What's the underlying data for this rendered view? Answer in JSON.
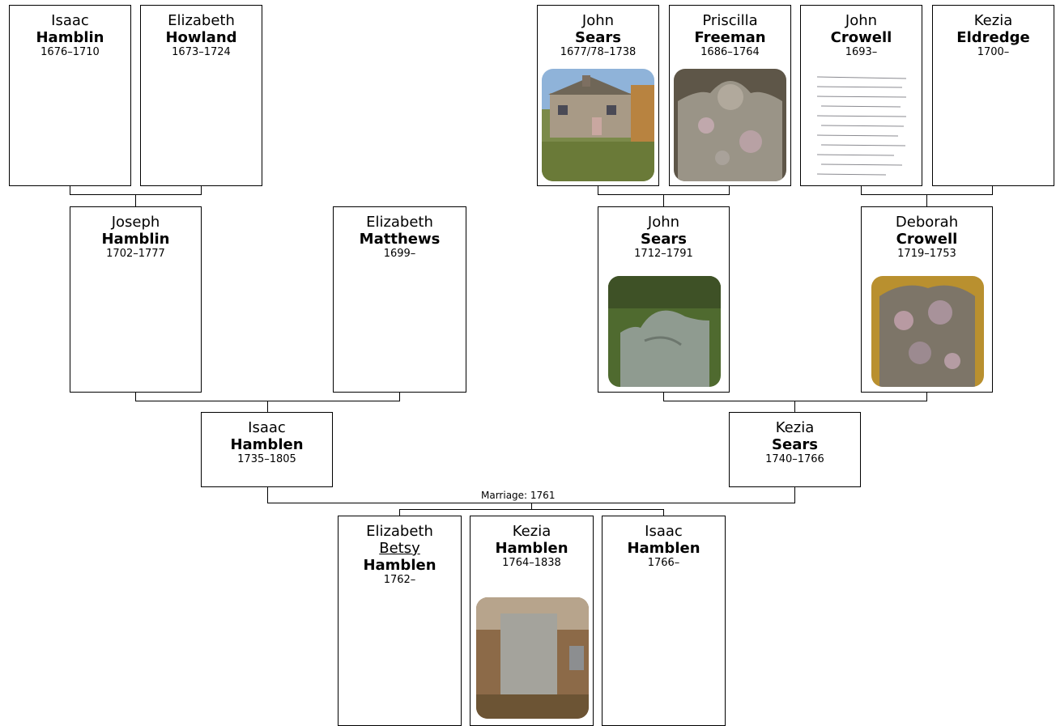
{
  "people": {
    "isaac_hamblin": {
      "first": "Isaac",
      "last": "Hamblin",
      "dates": "1676–1710"
    },
    "elizabeth_howland": {
      "first": "Elizabeth",
      "last": "Howland",
      "dates": "1673–1724"
    },
    "john_sears_1677": {
      "first": "John",
      "last": "Sears",
      "dates": "1677/78–1738"
    },
    "priscilla_freeman": {
      "first": "Priscilla",
      "last": "Freeman",
      "dates": "1686–1764"
    },
    "john_crowell": {
      "first": "John",
      "last": "Crowell",
      "dates": "1693–"
    },
    "kezia_eldredge": {
      "first": "Kezia",
      "last": "Eldredge",
      "dates": "1700–"
    },
    "joseph_hamblin": {
      "first": "Joseph",
      "last": "Hamblin",
      "dates": "1702–1777"
    },
    "elizabeth_matthews": {
      "first": "Elizabeth",
      "last": "Matthews",
      "dates": "1699–"
    },
    "john_sears_1712": {
      "first": "John",
      "last": "Sears",
      "dates": "1712–1791"
    },
    "deborah_crowell": {
      "first": "Deborah",
      "last": "Crowell",
      "dates": "1719–1753"
    },
    "isaac_hamblen": {
      "first": "Isaac",
      "last": "Hamblen",
      "dates": "1735–1805"
    },
    "kezia_sears": {
      "first": "Kezia",
      "last": "Sears",
      "dates": "1740–1766"
    },
    "elizabeth_betsy": {
      "first": "Elizabeth",
      "middle": "Betsy",
      "last": "Hamblen",
      "dates": "1762–"
    },
    "kezia_hamblen": {
      "first": "Kezia",
      "last": "Hamblen",
      "dates": "1764–1838"
    },
    "isaac_hamblen_1766": {
      "first": "Isaac",
      "last": "Hamblen",
      "dates": "1766–"
    }
  },
  "marriage_label": "Marriage: 1761",
  "colors": {
    "border": "#000000",
    "background": "#ffffff"
  }
}
